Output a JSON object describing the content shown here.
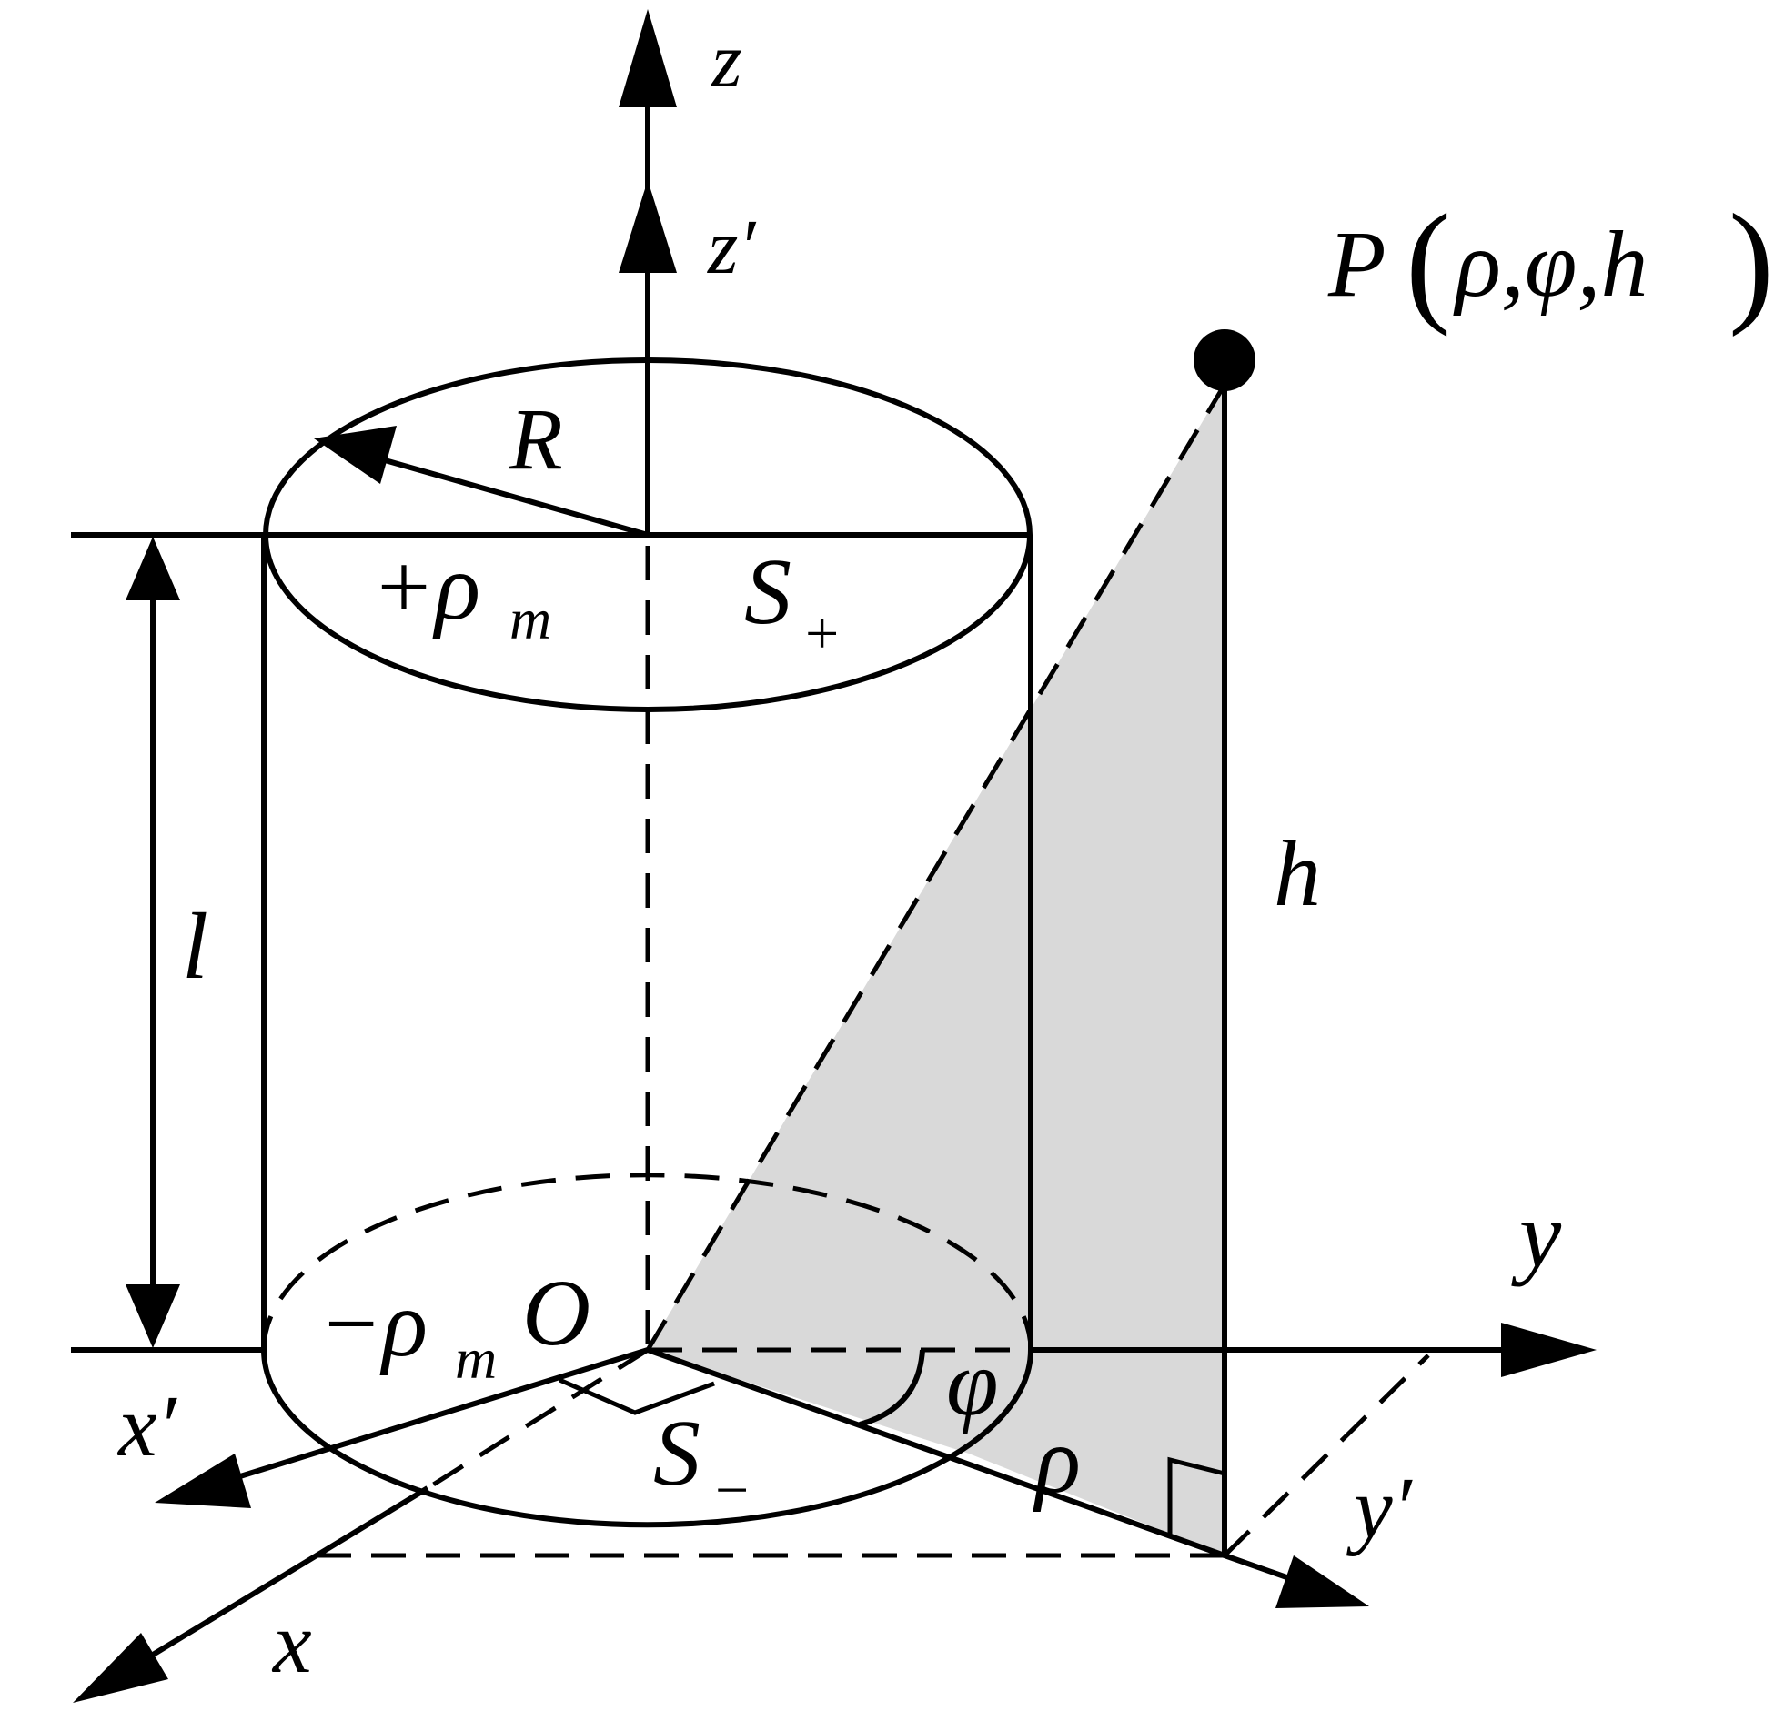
{
  "colors": {
    "stroke": "#000000",
    "shade": "#d9d9d9",
    "background": "#ffffff"
  },
  "labels": {
    "z": "z",
    "z_prime": "z′",
    "point_P": "P",
    "point_P_args": "ρ,φ,h",
    "R": "R",
    "plus_rho": "+ρ",
    "m_top": "m",
    "S": "S",
    "plus_sub": "+",
    "l": "l",
    "h": "h",
    "y": "y",
    "minus_rho": "−ρ",
    "m_bottom": "m",
    "O": "O",
    "phi": "φ",
    "x_prime": "x′",
    "S_bottom": "S",
    "minus_sub": "−",
    "rho": "ρ",
    "y_prime": "y′",
    "x": "x"
  }
}
